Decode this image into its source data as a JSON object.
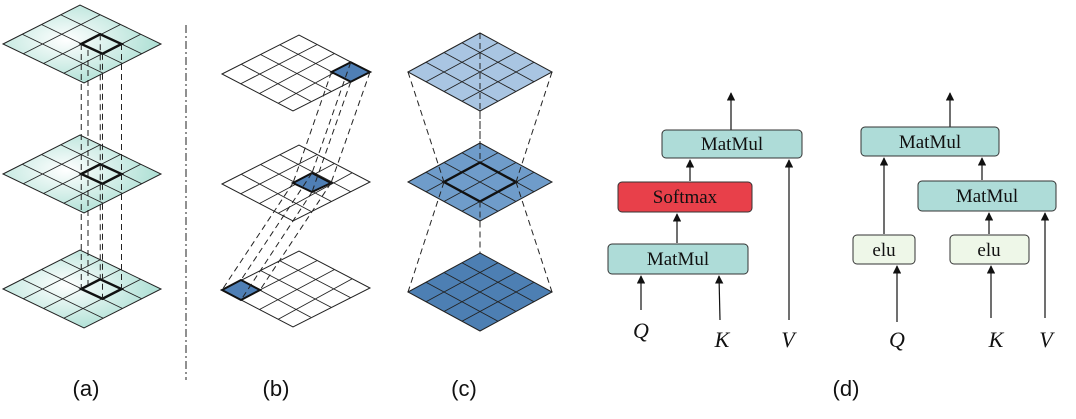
{
  "captions": {
    "a": "(a)",
    "b": "(b)",
    "c": "(c)",
    "d": "(d)"
  },
  "softmax_attention": {
    "matmul_top": "MatMul",
    "softmax": "Softmax",
    "matmul_bottom": "MatMul",
    "q": "Q",
    "k": "K",
    "v": "V"
  },
  "linear_attention": {
    "matmul_top": "MatMul",
    "matmul_mid": "MatMul",
    "elu_left": "elu",
    "elu_right": "elu",
    "q": "Q",
    "k": "K",
    "v": "V"
  },
  "colors": {
    "grid_a": "#b9e6dc",
    "grid_c_top": "#a9c5e2",
    "grid_c_mid": "#6f9cca",
    "grid_c_bottom": "#4d7fb3",
    "cell_b": "#4f7fb5",
    "matmul_fill": "#aedcd8",
    "softmax_fill": "#e8404a",
    "elu_fill": "#eef7e8"
  }
}
